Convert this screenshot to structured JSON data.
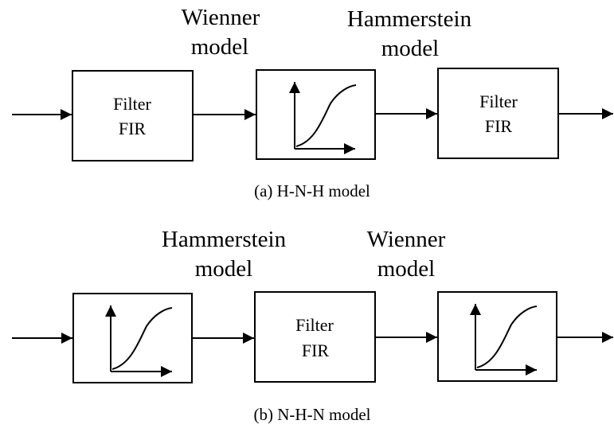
{
  "diagram_a": {
    "wienner_label_line1": "Wienner",
    "wienner_label_line2": "model",
    "hammerstein_label_line1": "Hammerstein",
    "hammerstein_label_line2": "model",
    "filter1_line1": "Filter",
    "filter1_line2": "FIR",
    "filter2_line1": "Filter",
    "filter2_line2": "FIR",
    "caption": "(a)  H-N-H model"
  },
  "diagram_b": {
    "hammerstein_label_line1": "Hammerstein",
    "hammerstein_label_line2": "model",
    "wienner_label_line1": "Wienner",
    "wienner_label_line2": "model",
    "filter_line1": "Filter",
    "filter_line2": "FIR",
    "caption": "(b)  N-H-N model"
  },
  "colors": {
    "stroke": "#000000",
    "background": "#ffffff"
  }
}
